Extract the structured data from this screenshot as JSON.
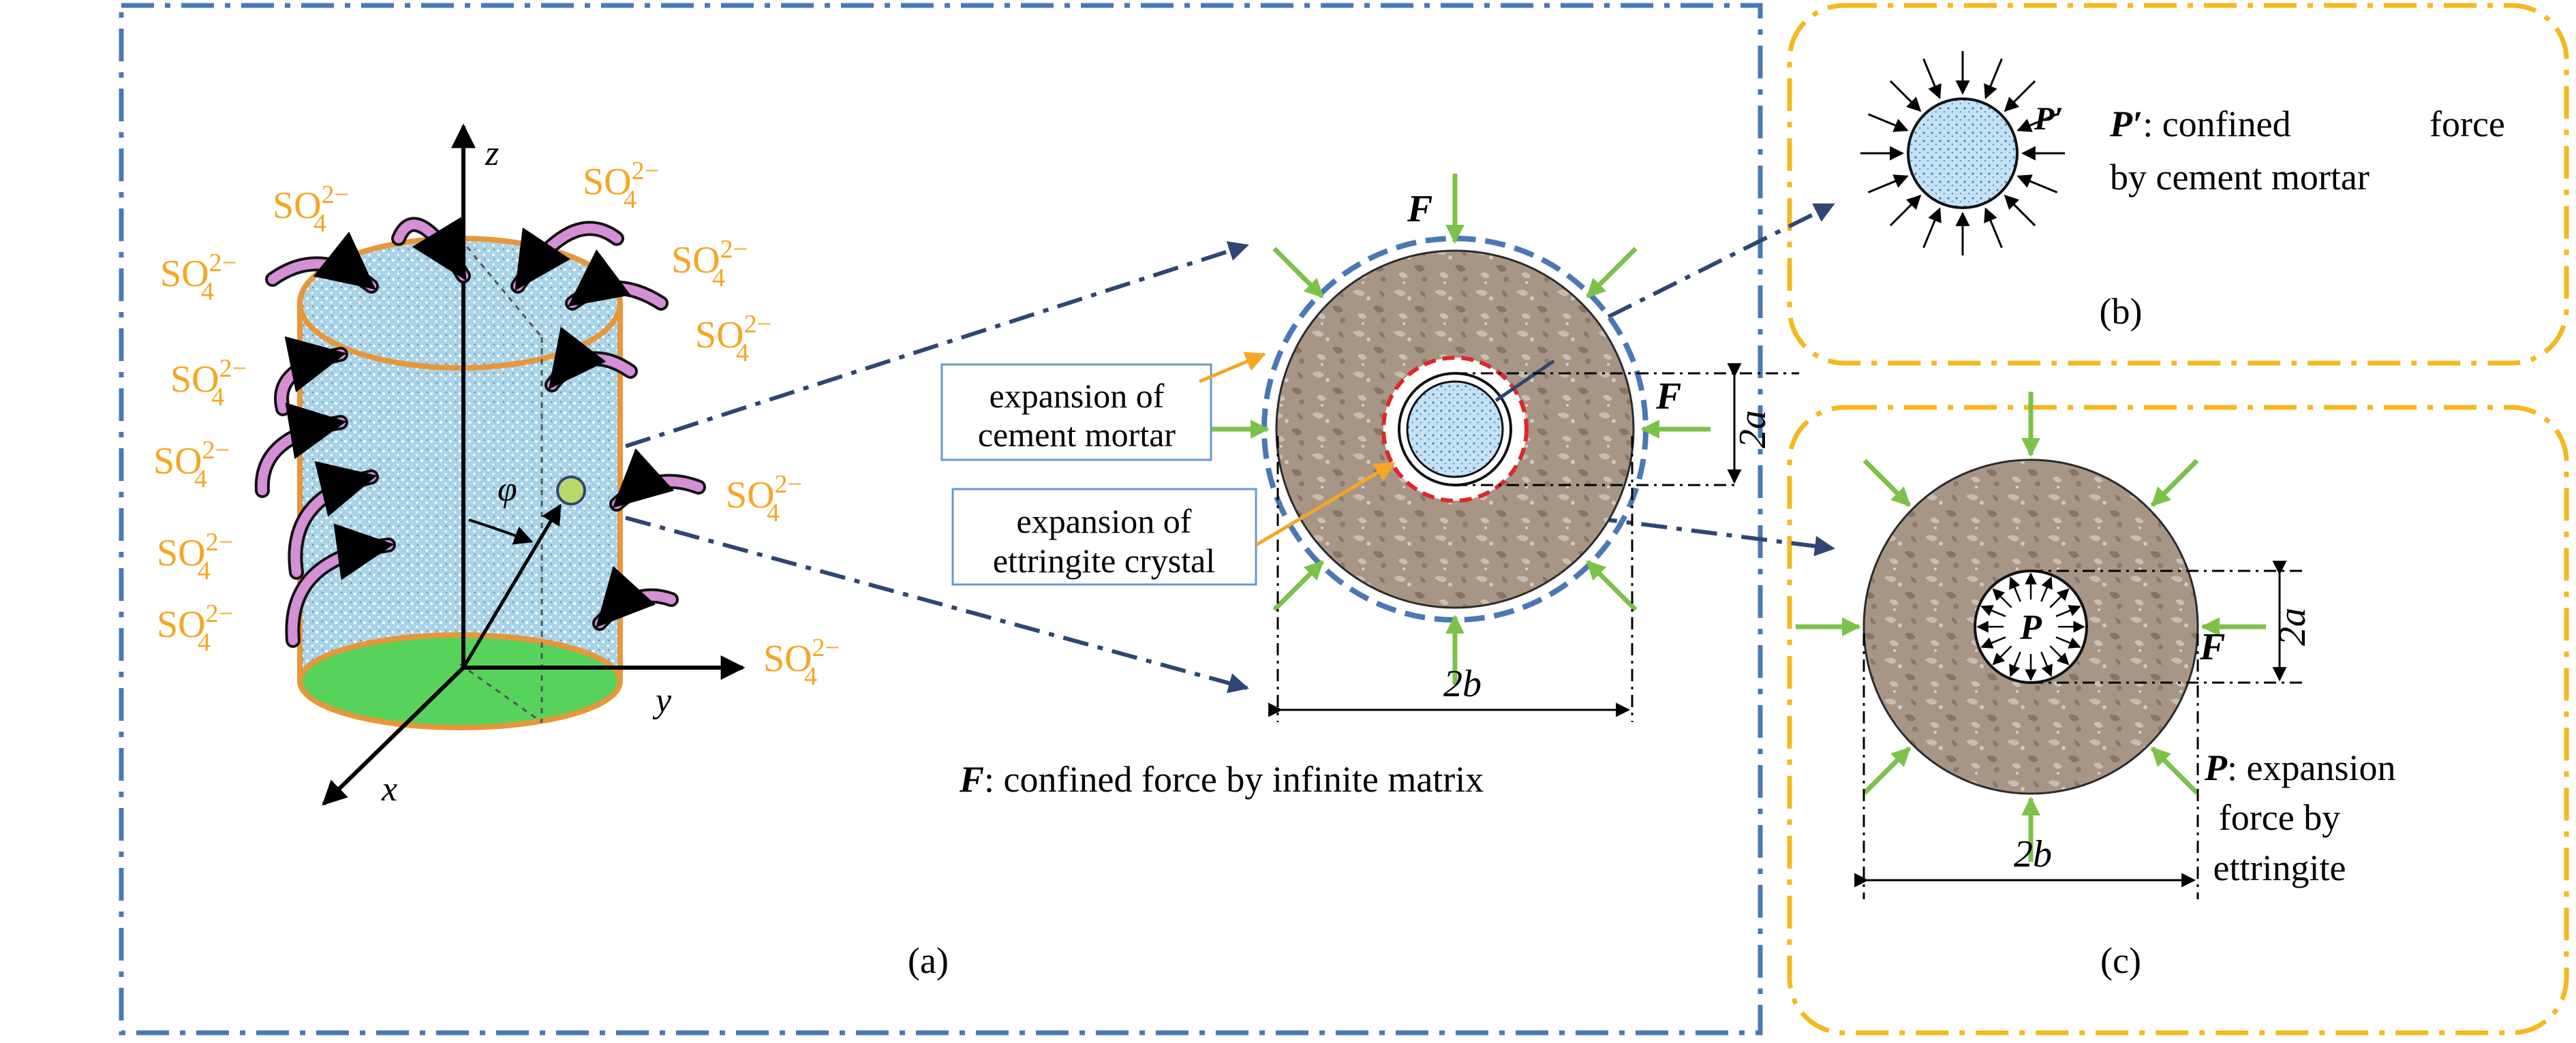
{
  "panel_a": {
    "caption": "(a)",
    "axes": {
      "z": "z",
      "y": "y",
      "x": "x",
      "angle": "φ"
    },
    "ion": {
      "base": "SO",
      "sub": "4",
      "sup": "2−"
    },
    "callout_mortar": [
      "expansion of",
      "cement mortar"
    ],
    "callout_crystal": [
      "expansion of",
      "ettringite crystal"
    ],
    "force_label": "F",
    "dim_inner": "2a",
    "dim_outer": "2b",
    "legend_symbol": "F",
    "legend_text": ": confined force by infinite matrix"
  },
  "panel_b": {
    "caption": "(b)",
    "symbol": "P′",
    "legend_symbol": "P′",
    "legend_line1": ": confined",
    "legend_line1_cont": "force",
    "legend_line2": "by cement mortar"
  },
  "panel_c": {
    "caption": "(c)",
    "symbol": "P",
    "force_label": "F",
    "dim_inner": "2a",
    "dim_outer": "2b",
    "legend_symbol": "P",
    "legend_line1": ": expansion",
    "legend_line2": "force by",
    "legend_line3": "ettringite"
  },
  "colors": {
    "frame_blue": "#4a78b5",
    "frame_orange": "#f5b820",
    "ion_orange": "#f5a623",
    "arrow_green": "#7cc24a",
    "dash_red": "#e0262b",
    "dash_navy": "#2f4672",
    "matrix_brown": "#9f8e80",
    "cylinder_fill": "#a9d3e6",
    "cylinder_edge": "#e8963a",
    "bottom_green": "#57d35c",
    "arrow_violet": "#d58fd6"
  }
}
